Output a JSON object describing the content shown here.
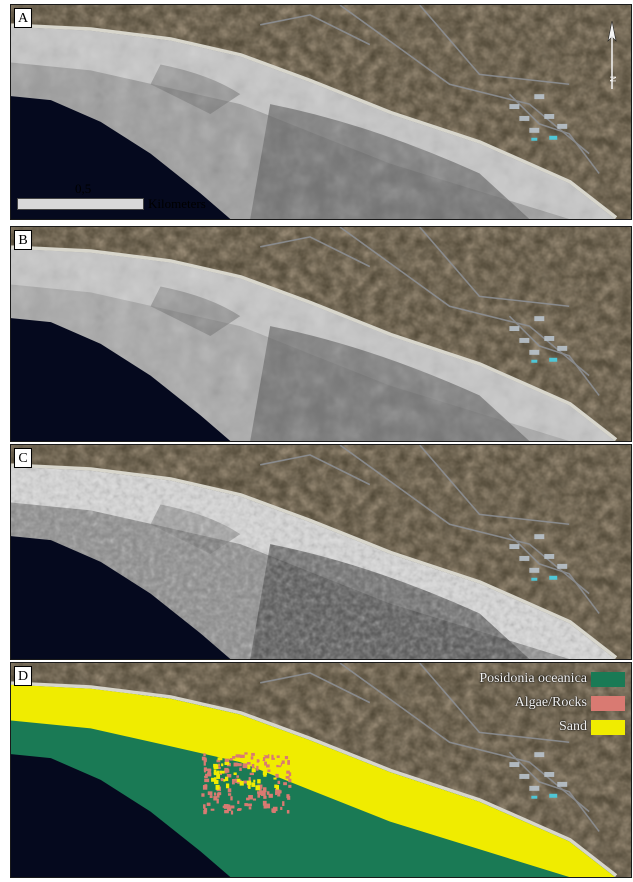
{
  "panels": [
    {
      "label": "A",
      "style": "gray"
    },
    {
      "label": "B",
      "style": "soft"
    },
    {
      "label": "C",
      "style": "noise"
    },
    {
      "label": "D",
      "style": "classified"
    }
  ],
  "scale_bar": {
    "value": "0,5",
    "unit": "Kilometers"
  },
  "north_arrow": {
    "label": "N"
  },
  "legend": [
    {
      "label": "Posidonia oceanica",
      "color": "#1a7a55"
    },
    {
      "label": "Algae/Rocks",
      "color": "#d97a72"
    },
    {
      "label": "Sand",
      "color": "#f0ec00"
    }
  ],
  "colors": {
    "deep_sea": "#05091e",
    "land": "#4a4231",
    "beach": "#d8d6cc",
    "shallow": "#c7c7c7"
  }
}
